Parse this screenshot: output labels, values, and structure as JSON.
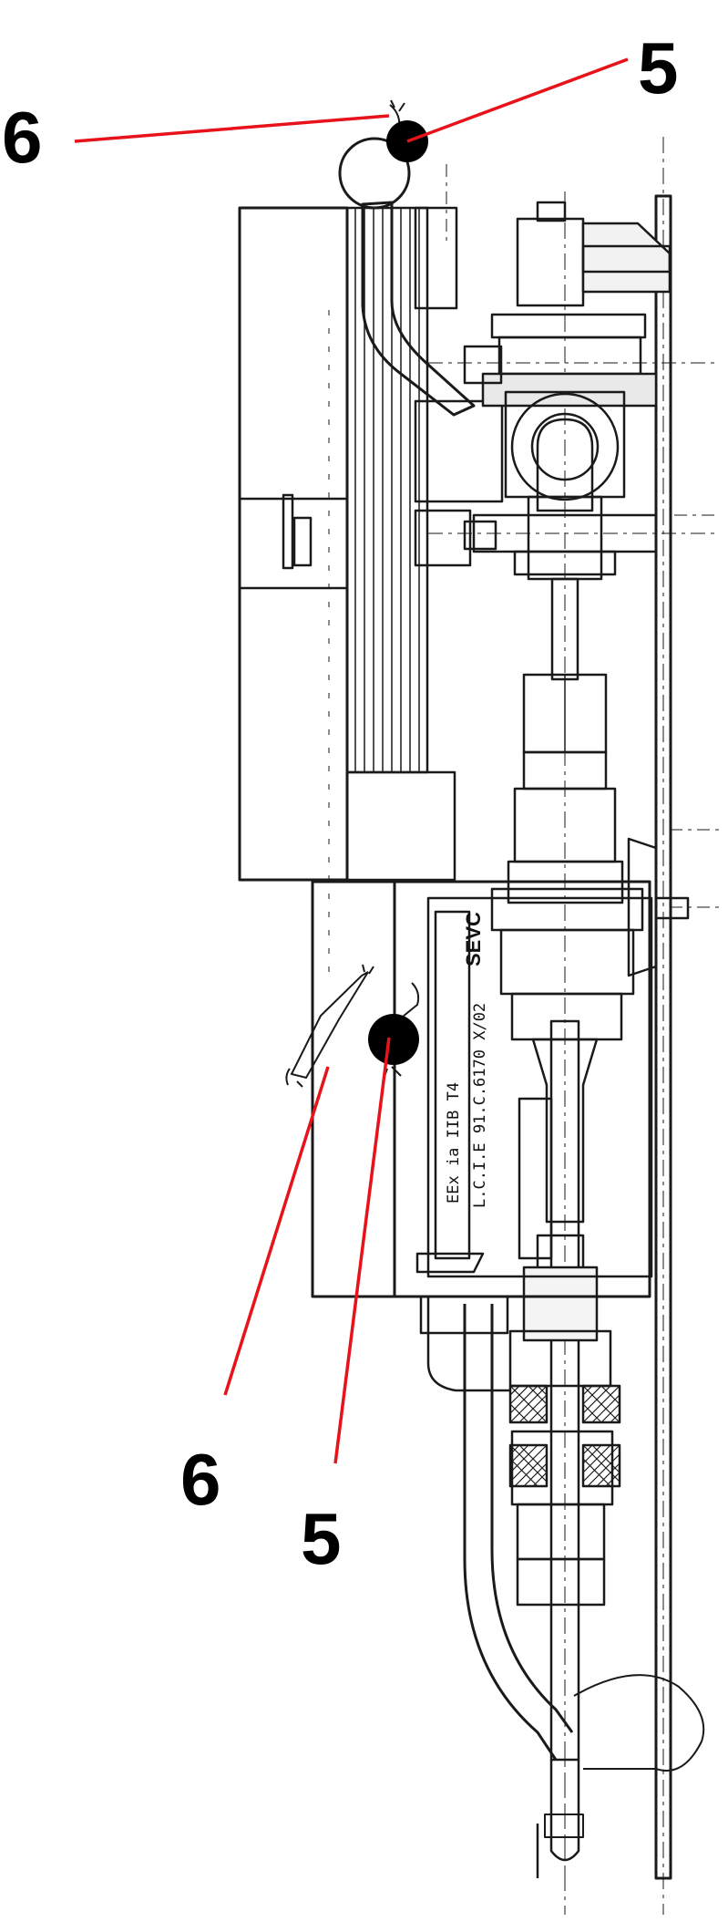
{
  "callouts": {
    "top_left_label": "6",
    "top_right_label": "5",
    "bottom_left_label": "6",
    "bottom_right_label": "5"
  },
  "nameplate": {
    "brand": "SEVC",
    "line1": "EEx ia IIB T4",
    "line2": "L.C.I.E  91.C.6170 X/02"
  },
  "colors": {
    "callout_line": "#e8121b",
    "drawing_line": "#1a1a1a",
    "seal_fill": "#000000"
  },
  "icons": {
    "seal": "lead-seal-icon",
    "wire": "seal-wire-icon"
  }
}
